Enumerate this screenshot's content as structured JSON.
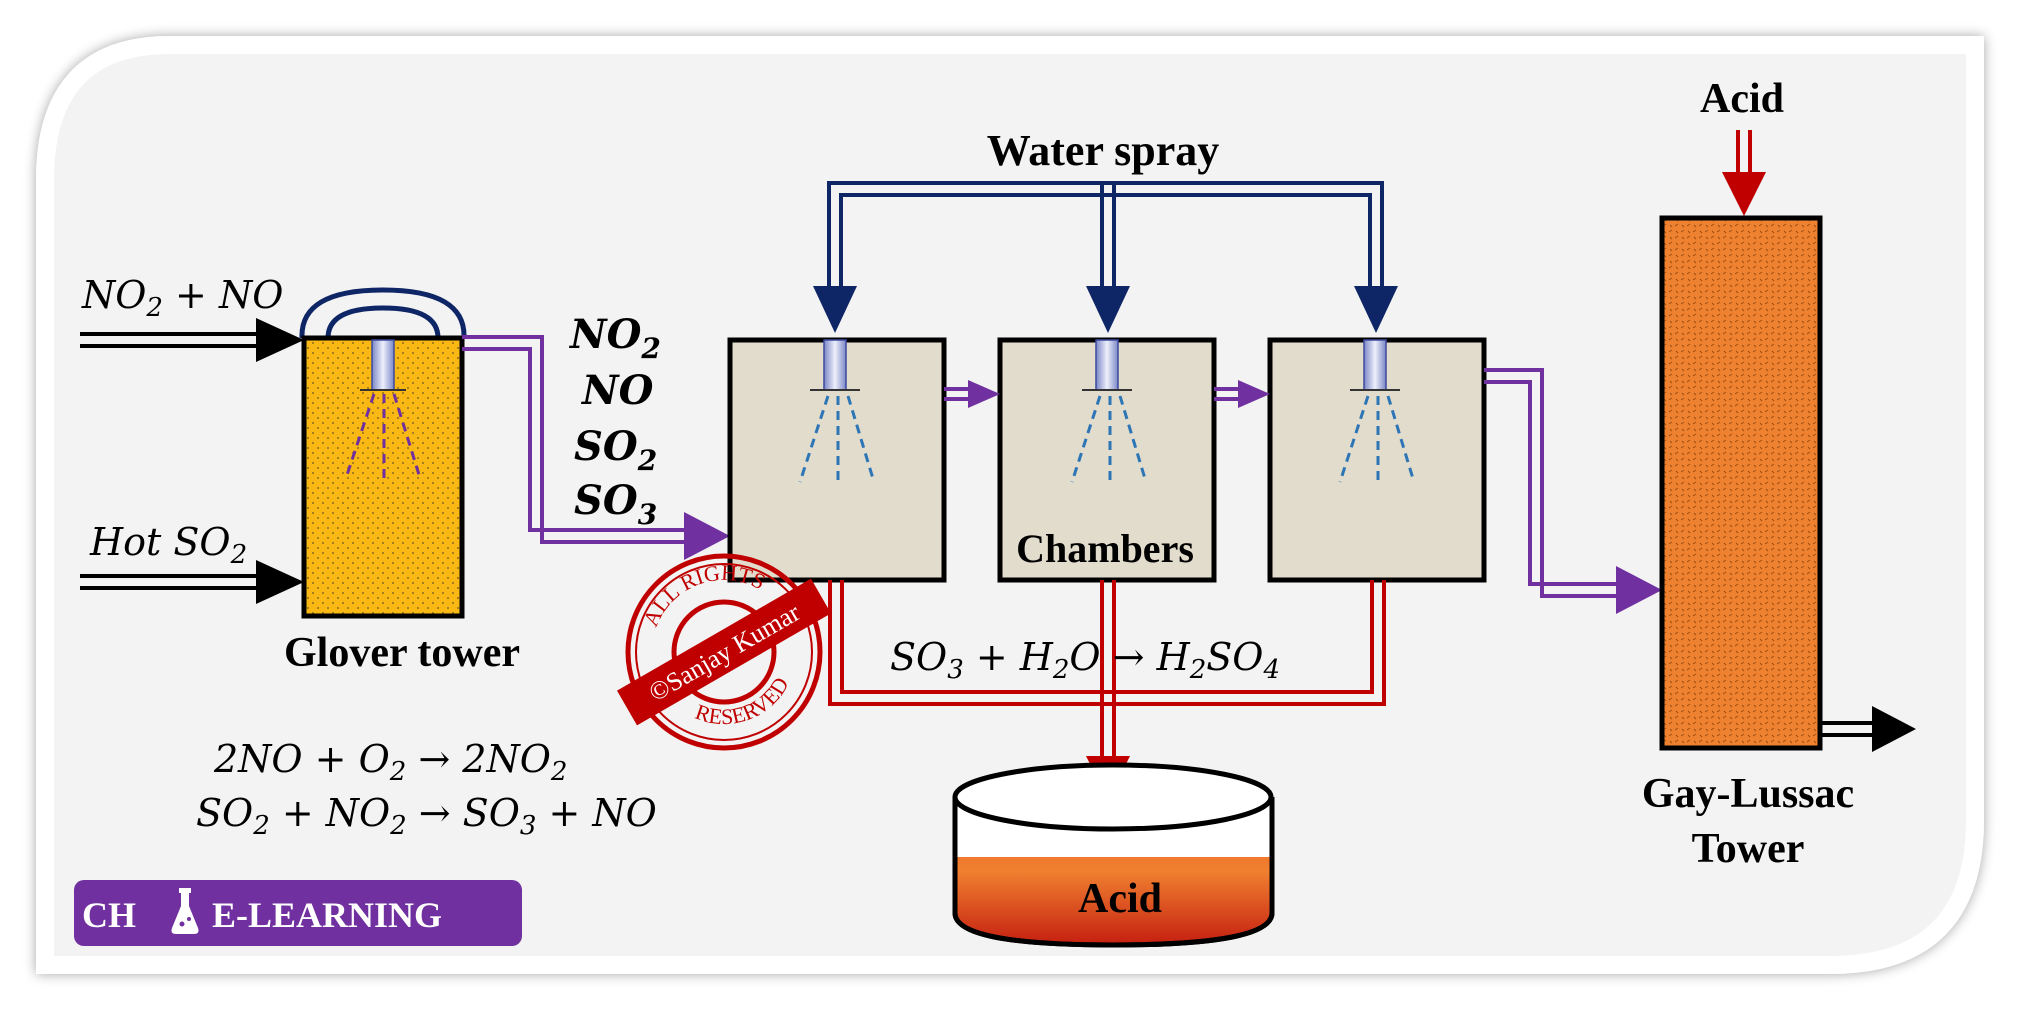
{
  "labels": {
    "water_spray": "Water spray",
    "acid_top": "Acid",
    "glover_tower": "Glover tower",
    "chambers": "Chambers",
    "gay_lussac_line1": "Gay-Lussac",
    "gay_lussac_line2": "Tower",
    "acid_tank": "Acid"
  },
  "inputs": {
    "nox": {
      "a": "NO",
      "a_sub": "2",
      "rest": " + NO"
    },
    "hot_so2": {
      "a": "Hot SO",
      "a_sub": "2"
    }
  },
  "gas_list": [
    {
      "base": "NO",
      "sub": "2"
    },
    {
      "base": "NO",
      "sub": ""
    },
    {
      "base": "SO",
      "sub": "2"
    },
    {
      "base": "SO",
      "sub": "3"
    }
  ],
  "equations": {
    "chamber": [
      "SO",
      "3",
      " + H",
      "2",
      "O → H",
      "2",
      "SO",
      "4"
    ],
    "eq1": [
      "2NO + O",
      "2",
      " → 2NO",
      "2"
    ],
    "eq2": [
      "SO",
      "2",
      " + NO",
      "2",
      " → SO",
      "3",
      " + NO"
    ]
  },
  "stamp": {
    "top": "ALL RIGHTS",
    "band": "©Sanjay Kumar",
    "bottom": "RESERVED"
  },
  "logo": {
    "left": "CH",
    "right": "E-LEARNING",
    "icon": "flask-icon"
  },
  "colors": {
    "frame": "#e9e9e9",
    "glover_fill": "#f9b813",
    "chamber_fill": "#e2dccd",
    "gay_lussac_fill": "#ee8230",
    "water_pipe": "#0e2566",
    "gas_pipe": "#7030a0",
    "acid_pipe": "#c00000",
    "spray_blue": "#2e75b6",
    "logo_bg": "#7030a0"
  }
}
